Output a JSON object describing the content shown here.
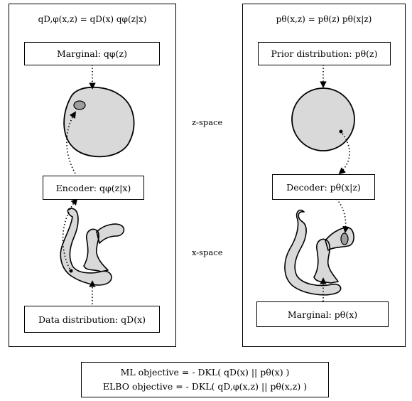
{
  "left_panel": {
    "equation": "qD,φ(x,z) = qD(x) qφ(z|x)",
    "marginal_box": "Marginal: qφ(z)",
    "encoder_box": "Encoder: qφ(z|x)",
    "data_box": "Data distribution: qD(x)"
  },
  "right_panel": {
    "equation": "pθ(x,z) = pθ(z) pθ(x|z)",
    "prior_box": "Prior distribution: pθ(z)",
    "decoder_box": "Decoder: pθ(x|z)",
    "marginal_box": "Marginal: pθ(x)"
  },
  "labels": {
    "z_space": "z-space",
    "x_space": "x-space"
  },
  "objectives": {
    "ml": "ML objective = - DKL( qD(x) || pθ(x) )",
    "elbo": "ELBO objective = - DKL( qD,φ(x,z) || pθ(x,z) )"
  },
  "colors": {
    "region_fill": "#d9d9d9",
    "subregion_fill": "#9e9e9e",
    "stroke": "#000000"
  }
}
